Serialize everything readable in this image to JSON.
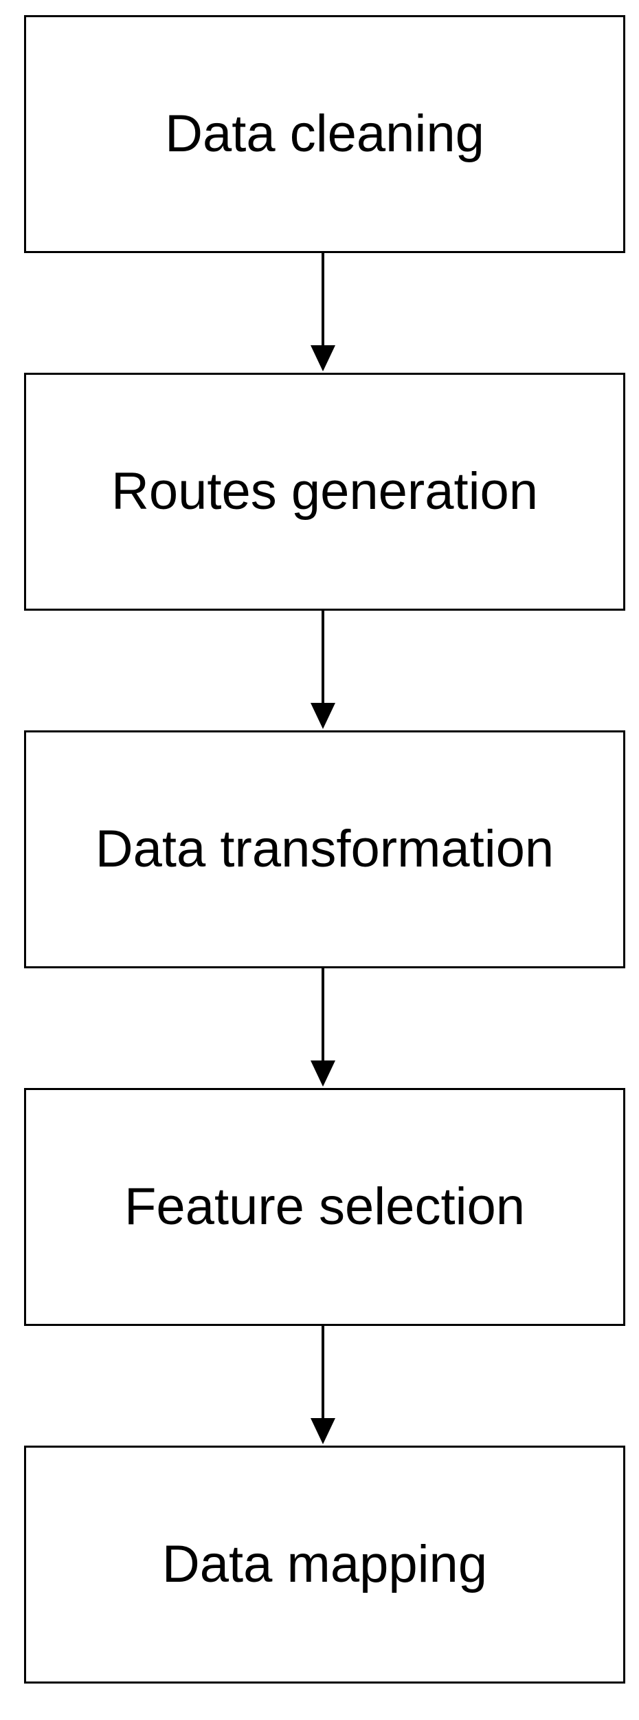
{
  "diagram": {
    "steps": [
      {
        "label": "Data cleaning"
      },
      {
        "label": "Routes generation"
      },
      {
        "label": "Data transformation"
      },
      {
        "label": "Feature selection"
      },
      {
        "label": "Data mapping"
      }
    ],
    "colors": {
      "stroke": "#000000",
      "fill": "#ffffff"
    }
  }
}
